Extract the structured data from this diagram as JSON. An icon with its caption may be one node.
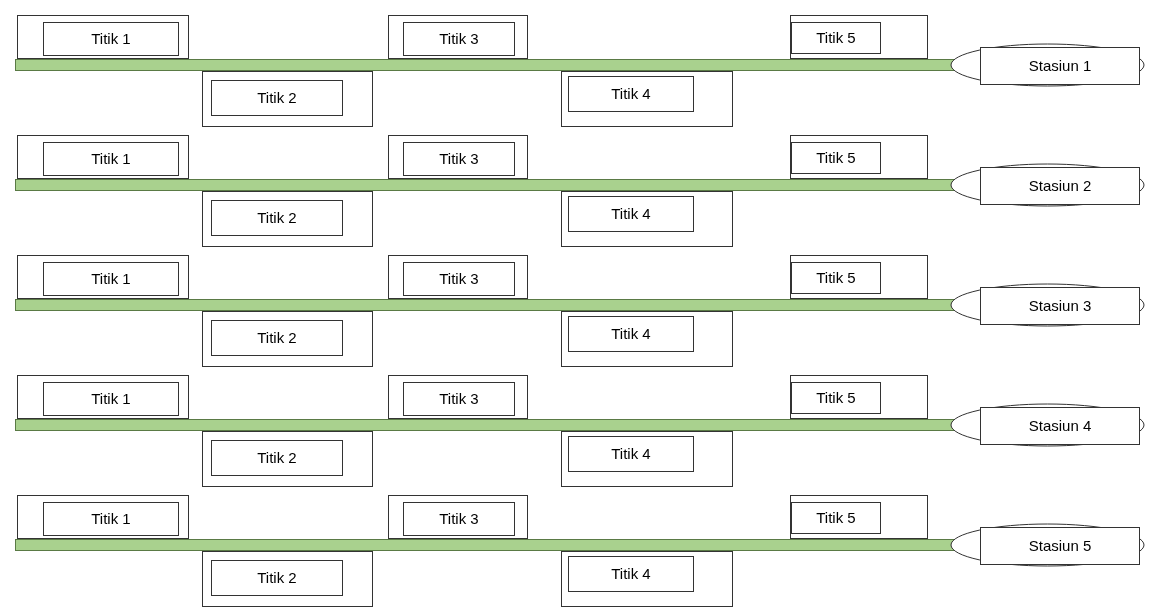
{
  "diagram": {
    "nodes": [
      {
        "text": [],
        "shape": "bar"
      },
      {
        "text": [],
        "shape": "box"
      },
      {
        "text": [
          "Titik 1"
        ],
        "in": 1
      },
      {
        "text": [],
        "shape": "box"
      },
      {
        "text": [
          "Titik 2"
        ],
        "in": 3
      },
      {
        "text": [],
        "shape": "box"
      },
      {
        "text": [
          "Titik 3"
        ],
        "in": 5
      },
      {
        "text": [],
        "shape": "box"
      },
      {
        "text": [
          "Titik 4"
        ],
        "in": 7
      },
      {
        "text": [],
        "shape": "box"
      },
      {
        "text": [
          "Titik 5"
        ],
        "in": 9
      },
      {
        "text": [
          "Stasiun 1"
        ]
      },
      {
        "text": [],
        "shape": "bar"
      },
      {
        "text": [],
        "shape": "box"
      },
      {
        "text": [
          "Titik 1"
        ],
        "in": 13
      },
      {
        "text": [],
        "shape": "box"
      },
      {
        "text": [
          "Titik 2"
        ],
        "in": 15
      },
      {
        "text": [],
        "shape": "box"
      },
      {
        "text": [
          "Titik 3"
        ],
        "in": 17
      },
      {
        "text": [],
        "shape": "box"
      },
      {
        "text": [
          "Titik 4"
        ],
        "in": 19
      },
      {
        "text": [],
        "shape": "box"
      },
      {
        "text": [
          "Titik 5"
        ],
        "in": 21
      },
      {
        "text": [
          "Stasiun 2"
        ]
      },
      {
        "text": [],
        "shape": "bar"
      },
      {
        "text": [],
        "shape": "box"
      },
      {
        "text": [
          "Titik 1"
        ],
        "in": 25
      },
      {
        "text": [],
        "shape": "box"
      },
      {
        "text": [
          "Titik 2"
        ],
        "in": 27
      },
      {
        "text": [],
        "shape": "box"
      },
      {
        "text": [
          "Titik 3"
        ],
        "in": 29
      },
      {
        "text": [],
        "shape": "box"
      },
      {
        "text": [
          "Titik 4"
        ],
        "in": 31
      },
      {
        "text": [],
        "shape": "box"
      },
      {
        "text": [
          "Titik 5"
        ],
        "in": 33
      },
      {
        "text": [
          "Stasiun 3"
        ]
      },
      {
        "text": [],
        "shape": "bar"
      },
      {
        "text": [],
        "shape": "box"
      },
      {
        "text": [
          "Titik 1"
        ],
        "in": 37
      },
      {
        "text": [],
        "shape": "box"
      },
      {
        "text": [
          "Titik 2"
        ],
        "in": 39
      },
      {
        "text": [],
        "shape": "box"
      },
      {
        "text": [
          "Titik 3"
        ],
        "in": 41
      },
      {
        "text": [],
        "shape": "box"
      },
      {
        "text": [
          "Titik 4"
        ],
        "in": 43
      },
      {
        "text": [],
        "shape": "box"
      },
      {
        "text": [
          "Titik 5"
        ],
        "in": 45
      },
      {
        "text": [
          "Stasiun 4"
        ]
      },
      {
        "text": [],
        "shape": "bar"
      },
      {
        "text": [],
        "shape": "box"
      },
      {
        "text": [
          "Titik 1"
        ],
        "in": 49
      },
      {
        "text": [],
        "shape": "box"
      },
      {
        "text": [
          "Titik 2"
        ],
        "in": 51
      },
      {
        "text": [],
        "shape": "box"
      },
      {
        "text": [
          "Titik 3"
        ],
        "in": 53
      },
      {
        "text": [],
        "shape": "box"
      },
      {
        "text": [
          "Titik 4"
        ],
        "in": 55
      },
      {
        "text": [],
        "shape": "box"
      },
      {
        "text": [
          "Titik 5"
        ],
        "in": 57
      },
      {
        "text": [
          "Stasiun 5"
        ]
      }
    ]
  }
}
